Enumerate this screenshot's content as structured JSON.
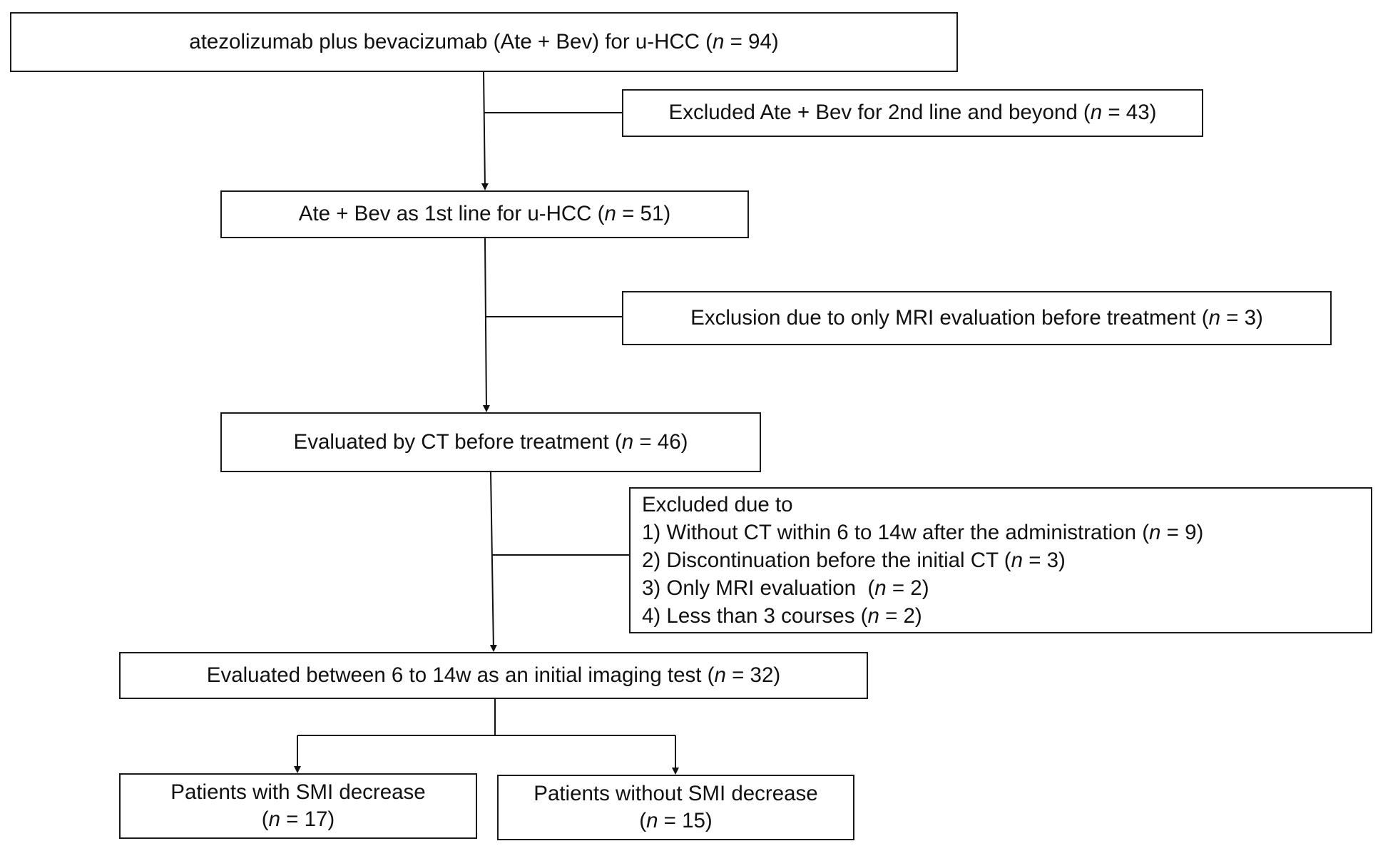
{
  "boxes": {
    "start": {
      "pre": "atezolizumab plus bevacizumab (Ate + Bev) for u-HCC (",
      "n": "n",
      "post": " = 94)"
    },
    "excl1": {
      "pre": "Excluded Ate + Bev for 2nd line and beyond (",
      "n": "n",
      "post": " = 43)"
    },
    "first": {
      "pre": "Ate + Bev as 1st line for u-HCC (",
      "n": "n",
      "post": " = 51)"
    },
    "excl2": {
      "pre": "Exclusion due to only MRI evaluation before treatment (",
      "n": "n",
      "post": " = 3)"
    },
    "ct": {
      "pre": "Evaluated by CT before treatment (",
      "n": "n",
      "post": " = 46)"
    },
    "excl3": {
      "heading": "Excluded due to",
      "items": [
        {
          "pre": "1) Without CT within 6 to 14w after the administration (",
          "n": "n",
          "post": " = 9)"
        },
        {
          "pre": "2) Discontinuation before the initial CT (",
          "n": "n",
          "post": " = 3)"
        },
        {
          "pre": "3) Only MRI evaluation  (",
          "n": "n",
          "post": " = 2)"
        },
        {
          "pre": "4) Less than 3 courses (",
          "n": "n",
          "post": " = 2)"
        }
      ]
    },
    "initial": {
      "pre": "Evaluated between 6 to 14w as an initial imaging test (",
      "n": "n",
      "post": " = 32)"
    },
    "smi_dec": {
      "line1": "Patients with SMI decrease",
      "pre": "(",
      "n": "n",
      "post": " = 17)"
    },
    "smi_nodec": {
      "line1": "Patients without SMI decrease",
      "pre": "(",
      "n": "n",
      "post": " = 15)"
    }
  }
}
